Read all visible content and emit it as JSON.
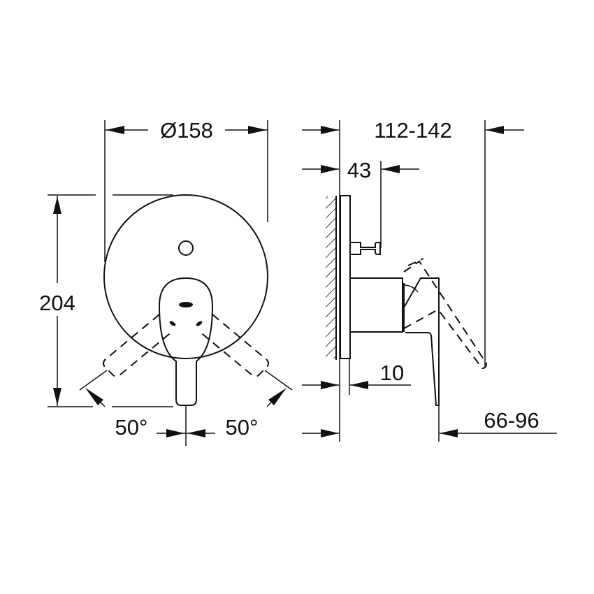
{
  "drawing": {
    "type": "technical dimension drawing",
    "front_view": {
      "diameter_label": "Ø158",
      "height_label": "204",
      "angle_left_label": "50°",
      "angle_right_label": "50°"
    },
    "side_view": {
      "depth_total_label": "112-142",
      "spout_depth_label": "43",
      "plate_thickness_label": "10",
      "handle_projection_label": "66-96"
    },
    "colors": {
      "line": "#111111",
      "background": "#ffffff"
    }
  }
}
